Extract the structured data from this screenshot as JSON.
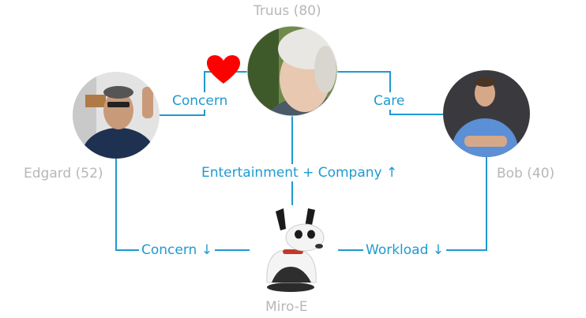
{
  "people": {
    "truus": {
      "name": "Truus (80)"
    },
    "edgard": {
      "name": "Edgard (52)"
    },
    "bob": {
      "name": "Bob (40)"
    },
    "robot": {
      "name": "Miro-E"
    }
  },
  "relations": {
    "edgard_truus": "Concern",
    "bob_truus": "Care",
    "truus_robot": "Entertainment + Company ↑",
    "edgard_robot": "Concern ↓",
    "bob_robot": "Workload ↓"
  },
  "colors": {
    "line": "#1f9ad1",
    "name_text": "#b7b7b7",
    "heart": "#ff0000"
  }
}
